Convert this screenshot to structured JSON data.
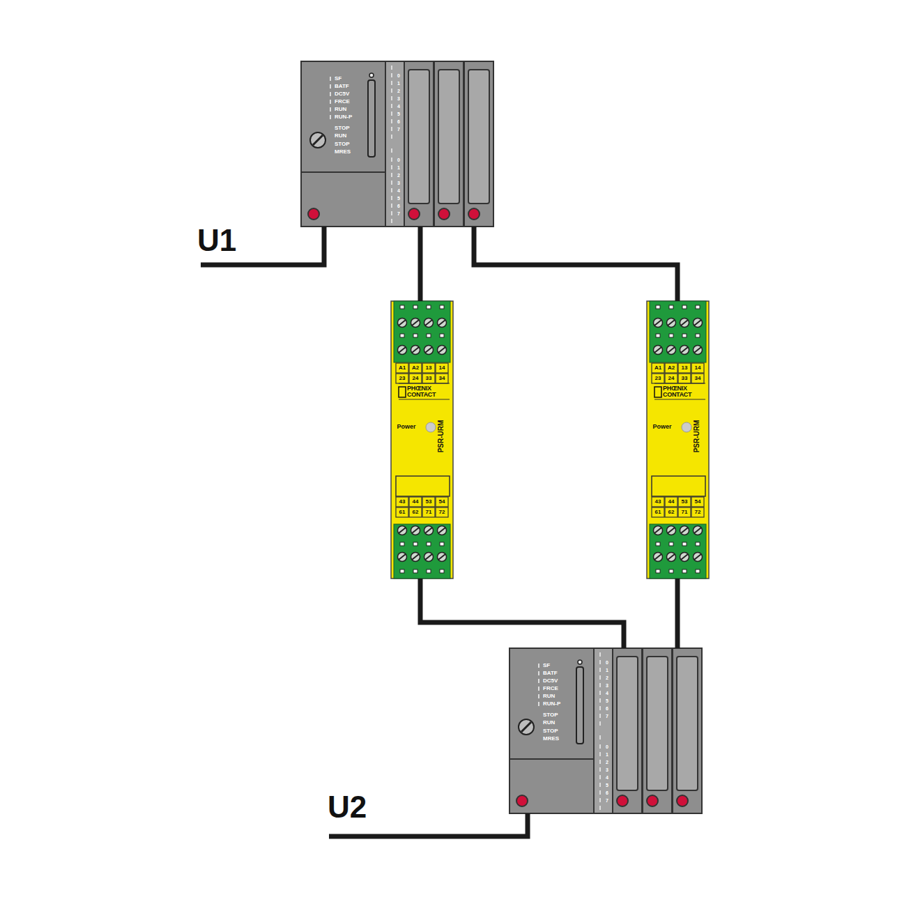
{
  "diagram": {
    "nodes": [
      {
        "text": [
          "SF",
          "BATF",
          "DC5V",
          "FRCE",
          "RUN",
          "RUN-P",
          "STOP",
          "RUN",
          "STOP",
          "MRES",
          "0",
          "1",
          "2",
          "3",
          "4",
          "5",
          "6",
          "7",
          "0",
          "1",
          "2",
          "3",
          "4",
          "5",
          "6",
          "7"
        ]
      },
      {
        "text": [
          "A1",
          "A2",
          "13",
          "14",
          "23",
          "24",
          "33",
          "34",
          "PHŒNIX CONTACT",
          "Power",
          "PSR-URM",
          "43",
          "44",
          "53",
          "54",
          "61",
          "62",
          "71",
          "72"
        ]
      },
      {
        "text": [
          "A1",
          "A2",
          "13",
          "14",
          "23",
          "24",
          "33",
          "34",
          "PHŒNIX CONTACT",
          "Power",
          "PSR-URM",
          "43",
          "44",
          "53",
          "54",
          "61",
          "62",
          "71",
          "72"
        ]
      },
      {
        "text": [
          "SF",
          "BATF",
          "DC5V",
          "FRCE",
          "RUN",
          "RUN-P",
          "STOP",
          "RUN",
          "STOP",
          "MRES",
          "0",
          "1",
          "2",
          "3",
          "4",
          "5",
          "6",
          "7",
          "0",
          "1",
          "2",
          "3",
          "4",
          "5",
          "6",
          "7"
        ]
      }
    ],
    "edges": [
      {
        "from": 0,
        "to": 1,
        "arrow": "none"
      },
      {
        "from": 0,
        "to": 2,
        "arrow": "none"
      },
      {
        "from": 1,
        "to": 3,
        "arrow": "none"
      },
      {
        "from": 2,
        "to": 3,
        "arrow": "none"
      }
    ],
    "labels": [
      "U1",
      "U2"
    ]
  }
}
